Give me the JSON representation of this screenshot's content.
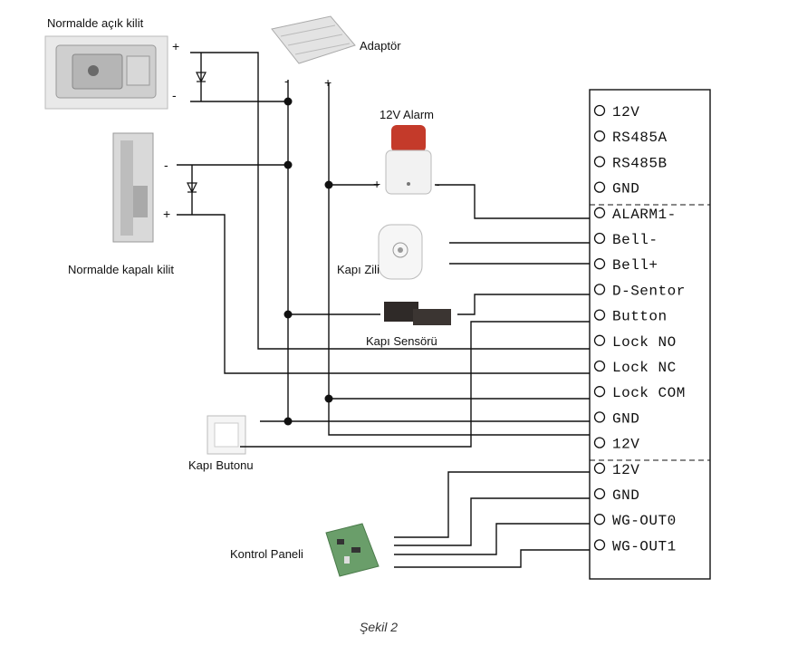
{
  "devices": {
    "no_lock": "Normalde açık kilit",
    "nc_lock": "Normalde kapalı kilit",
    "adapter": "Adaptör",
    "alarm": "12V Alarm",
    "bell": "Kapı Zili",
    "sensor": "Kapı Sensörü",
    "button": "Kapı Butonu",
    "panel": "Kontrol Paneli"
  },
  "polarity": {
    "plus": "+",
    "minus": "-"
  },
  "terminals": [
    "12V",
    "RS485A",
    "RS485B",
    "GND",
    "ALARM1-",
    "Bell-",
    "Bell+",
    "D-Sentor",
    "Button",
    "Lock NO",
    "Lock NC",
    "Lock COM",
    "GND",
    "12V",
    "12V",
    "GND",
    "WG-OUT0",
    "WG-OUT1"
  ],
  "caption": "Şekil 2"
}
